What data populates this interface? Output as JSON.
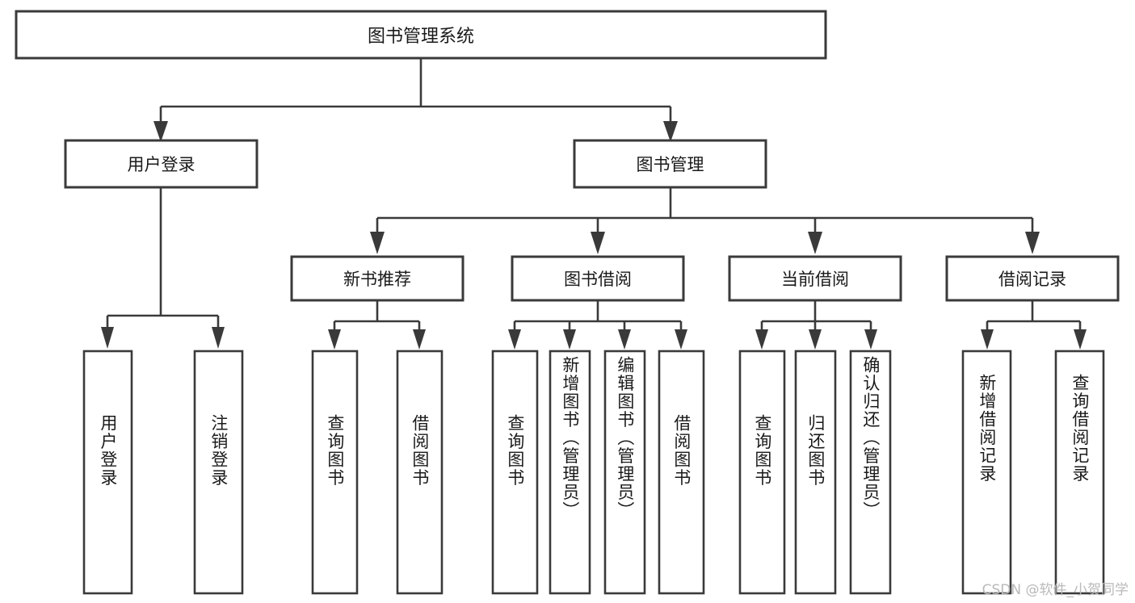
{
  "diagram": {
    "type": "tree-hierarchy",
    "title": "图书管理系统",
    "root": {
      "id": "root",
      "label": "图书管理系统",
      "orientation": "horizontal"
    },
    "level2": [
      {
        "id": "user-login",
        "label": "用户登录",
        "orientation": "horizontal"
      },
      {
        "id": "book-manage",
        "label": "图书管理",
        "orientation": "horizontal"
      }
    ],
    "level3": [
      {
        "id": "new-book-recommend",
        "label": "新书推荐",
        "orientation": "horizontal",
        "parent": "book-manage"
      },
      {
        "id": "book-borrow",
        "label": "图书借阅",
        "orientation": "horizontal",
        "parent": "book-manage"
      },
      {
        "id": "current-borrow",
        "label": "当前借阅",
        "orientation": "horizontal",
        "parent": "book-manage"
      },
      {
        "id": "borrow-record",
        "label": "借阅记录",
        "orientation": "horizontal",
        "parent": "book-manage"
      }
    ],
    "leaves": [
      {
        "id": "leaf-user-login",
        "label": "用户登录",
        "parent": "user-login",
        "orientation": "vertical"
      },
      {
        "id": "leaf-logout-login",
        "label": "注销登录",
        "parent": "user-login",
        "orientation": "vertical"
      },
      {
        "id": "leaf-query-book-1",
        "label": "查询图书",
        "parent": "new-book-recommend",
        "orientation": "vertical"
      },
      {
        "id": "leaf-borrow-book-1",
        "label": "借阅图书",
        "parent": "new-book-recommend",
        "orientation": "vertical"
      },
      {
        "id": "leaf-query-book-2",
        "label": "查询图书",
        "parent": "book-borrow",
        "orientation": "vertical"
      },
      {
        "id": "leaf-add-book",
        "label": "新增图书（管理员）",
        "parent": "book-borrow",
        "orientation": "vertical"
      },
      {
        "id": "leaf-edit-book",
        "label": "编辑图书（管理员）",
        "parent": "book-borrow",
        "orientation": "vertical"
      },
      {
        "id": "leaf-borrow-book-2",
        "label": "借阅图书",
        "parent": "book-borrow",
        "orientation": "vertical"
      },
      {
        "id": "leaf-query-book-3",
        "label": "查询图书",
        "parent": "current-borrow",
        "orientation": "vertical"
      },
      {
        "id": "leaf-return-book",
        "label": "归还图书",
        "parent": "current-borrow",
        "orientation": "vertical"
      },
      {
        "id": "leaf-confirm-return",
        "label": "确认归还（管理员）",
        "parent": "current-borrow",
        "orientation": "vertical"
      },
      {
        "id": "leaf-add-record",
        "label": "新增借阅记录",
        "parent": "borrow-record",
        "orientation": "vertical"
      },
      {
        "id": "leaf-query-record",
        "label": "查询借阅记录",
        "parent": "borrow-record",
        "orientation": "vertical"
      }
    ],
    "colors": {
      "box_stroke": "#3a3a3a",
      "box_fill": "#ffffff",
      "connector": "#3a3a3a",
      "text": "#1a1a1a",
      "background": "#ffffff",
      "watermark": "#b9b9b9"
    }
  },
  "watermark": {
    "text": "CSDN @软件_小贺同学"
  }
}
